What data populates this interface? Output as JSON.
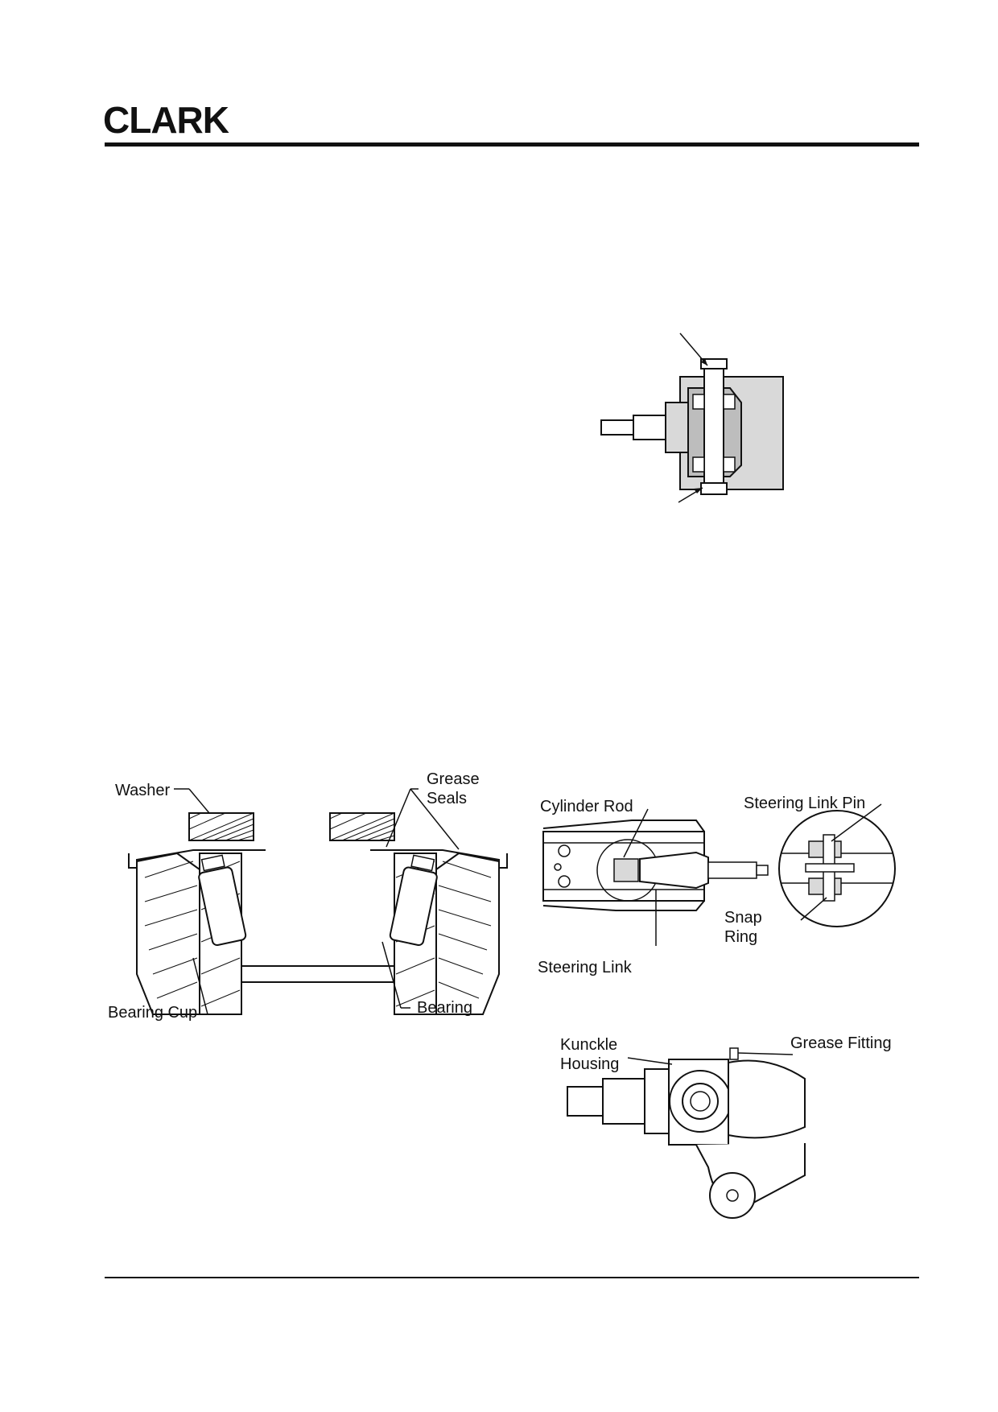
{
  "header": {
    "brand": "CLARK"
  },
  "figures": {
    "kingpin_section": {
      "labels": []
    },
    "bearing_seal": {
      "washer": "Washer",
      "grease_seals": "Grease\nSeals",
      "bearing_cup": "Bearing Cup",
      "bearing": "Bearing"
    },
    "steering_link": {
      "cylinder_rod": "Cylinder Rod",
      "steering_link_pin": "Steering Link Pin",
      "snap_ring": "Snap\nRing",
      "steering_link": "Steering Link"
    },
    "knuckle": {
      "knuckle_housing": "Kunckle\nHousing",
      "grease_fitting": "Grease Fitting"
    }
  },
  "colors": {
    "ink": "#111111",
    "paper": "#ffffff",
    "shade": "#d9d9d9"
  }
}
